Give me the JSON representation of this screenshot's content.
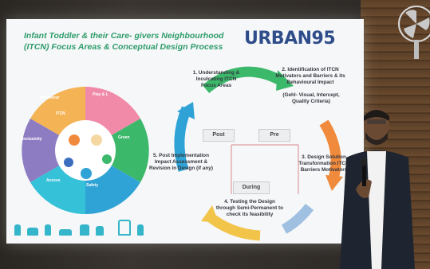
{
  "slide": {
    "title_line1": "Infant Toddler & their Care- givers Neighbourhood",
    "title_line2": "(ITCN) Focus Areas & Conceptual Design Process",
    "logo_text": "URBAN95",
    "wheel_center": "ITCN",
    "wheel_segments": [
      "Behaviour",
      "Play & L",
      "Green",
      "Safety",
      "Access",
      "Inclusivity"
    ],
    "steps": {
      "s1": "1. Understanding & Inculcating ITCN Focus Areas",
      "s2": "2. Identification of ITCN Motivators and Barriers & its Behavioural Impact",
      "s2b": "(Gehl- Visual, Intercept, Quality Criteria)",
      "s3": "3. Design Solution Transformation ITCN Barriers Motivators",
      "s4": "4. Testing the Design through Semi-Permanent to check its feasibility",
      "s5": "5. Post Implementation Impact Assessment & Revision in Design (if any)"
    },
    "phases": {
      "post": "Post",
      "pre": "Pre",
      "during": "During"
    },
    "colors": {
      "green": "#3cb86b",
      "orange": "#f08a3c",
      "blue": "#2fa3d6",
      "yellow": "#f2c44a",
      "teal": "#35b5c9",
      "purple": "#8e7cc3"
    }
  }
}
